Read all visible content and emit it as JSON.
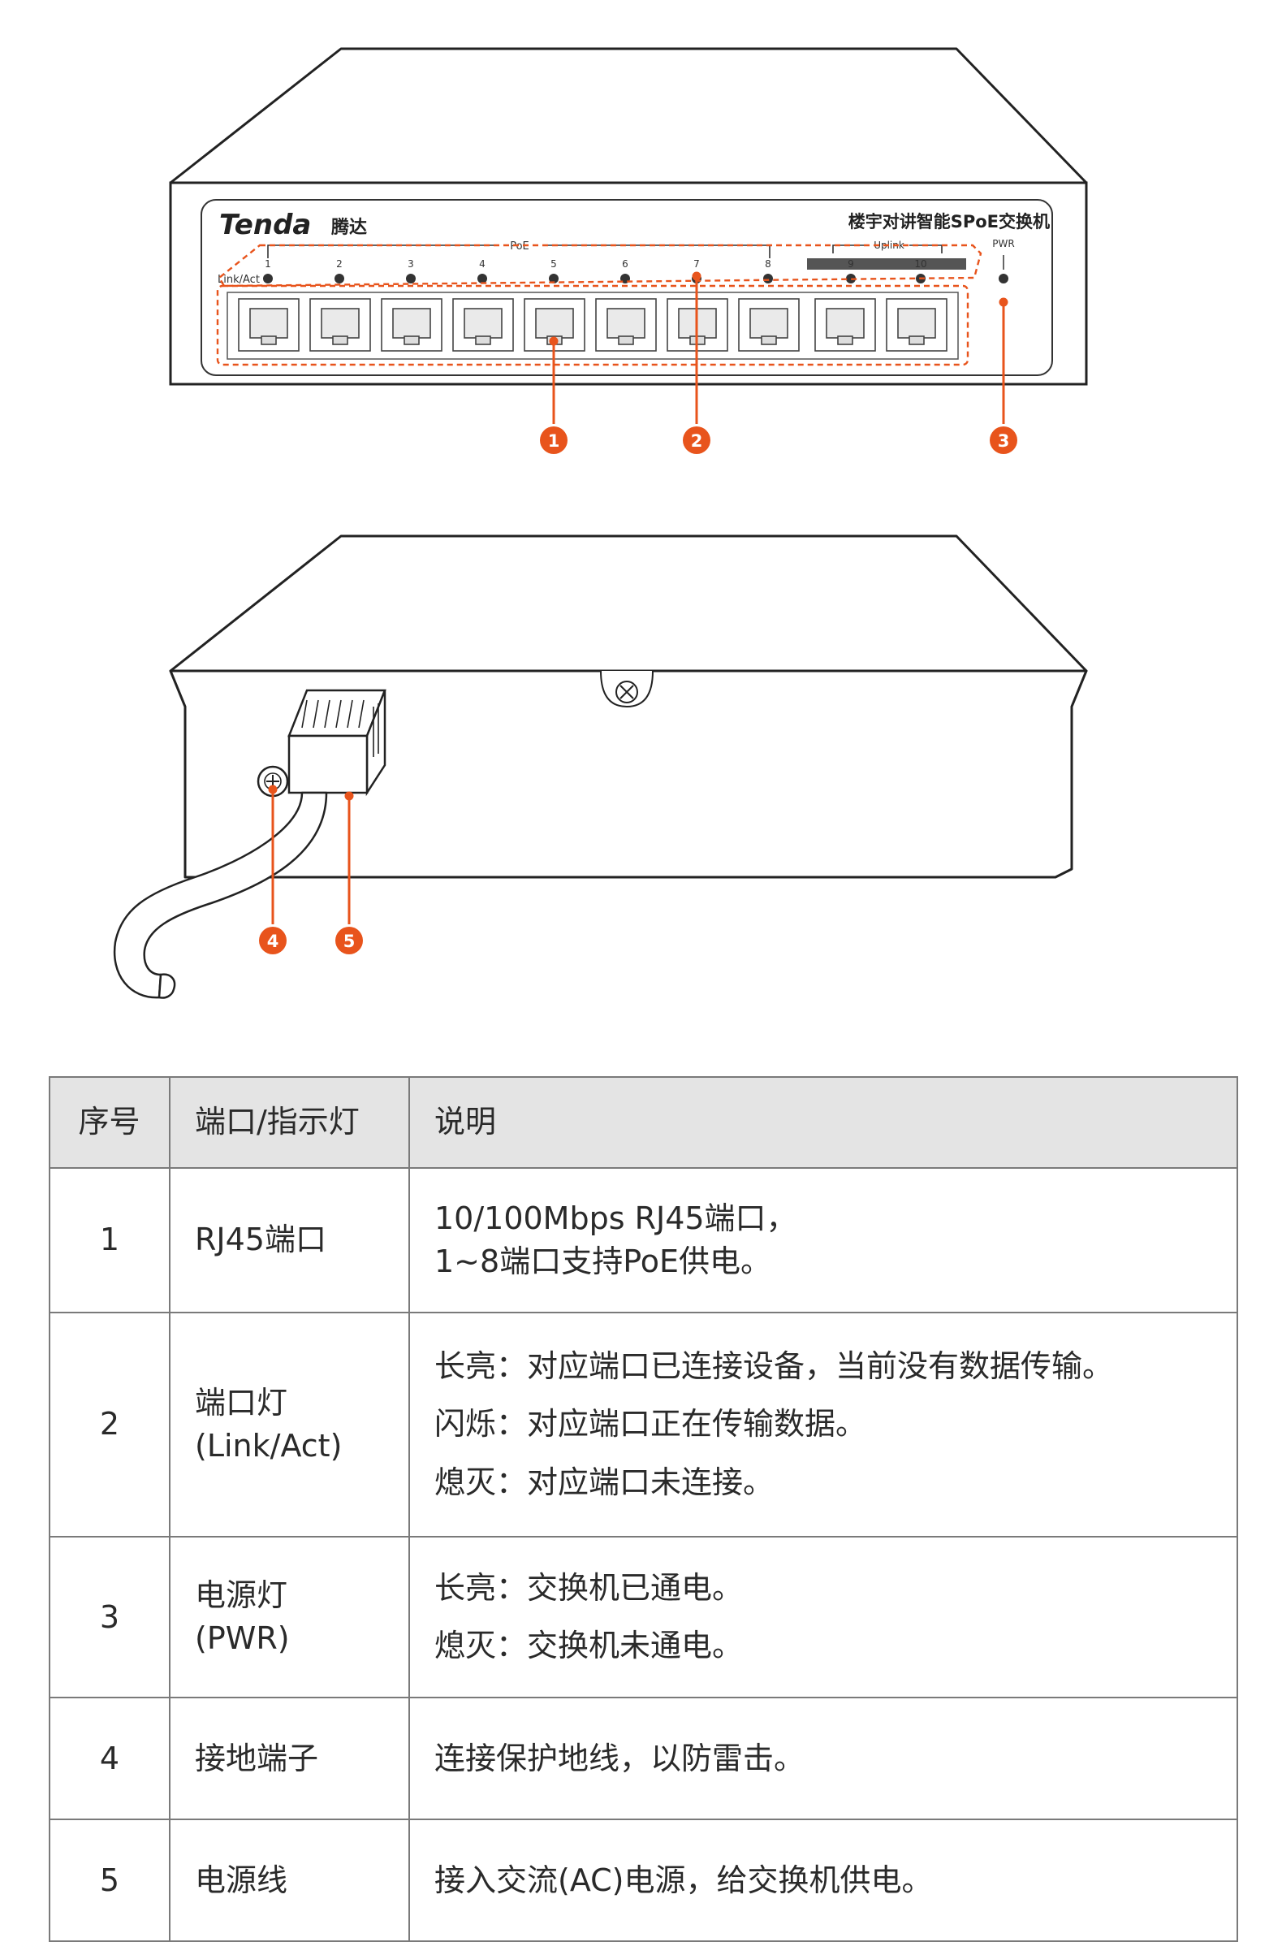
{
  "front_panel": {
    "brand": "Tenda",
    "brand_cn": "腾达",
    "model_text": "楼宇对讲智能SPoE交换机",
    "poe_label": "PoE",
    "uplink_label": "Uplink",
    "link_act_label": "Link/Act",
    "pwr_label": "PWR",
    "port_numbers": [
      "1",
      "2",
      "3",
      "4",
      "5",
      "6",
      "7",
      "8",
      "9",
      "10"
    ]
  },
  "callouts": [
    "1",
    "2",
    "3",
    "4",
    "5"
  ],
  "colors": {
    "accent": "#e8541c",
    "border": "#7a7a7a",
    "header_bg": "#e4e4e4"
  },
  "table": {
    "headers": [
      "序号",
      "端口/指示灯",
      "说明"
    ],
    "rows": [
      {
        "no": "1",
        "name": [
          "RJ45端口"
        ],
        "desc": [
          "10/100Mbps RJ45端口，",
          "1~8端口支持PoE供电。"
        ]
      },
      {
        "no": "2",
        "name": [
          "端口灯",
          "(Link/Act)"
        ],
        "desc": [
          "长亮：对应端口已连接设备，当前没有数据传输。",
          "闪烁：对应端口正在传输数据。",
          "熄灭：对应端口未连接。"
        ]
      },
      {
        "no": "3",
        "name": [
          "电源灯",
          "(PWR)"
        ],
        "desc": [
          "长亮：交换机已通电。",
          "熄灭：交换机未通电。"
        ]
      },
      {
        "no": "4",
        "name": [
          "接地端子"
        ],
        "desc": [
          "连接保护地线，以防雷击。"
        ]
      },
      {
        "no": "5",
        "name": [
          "电源线"
        ],
        "desc": [
          "接入交流(AC)电源，给交换机供电。"
        ]
      }
    ]
  }
}
